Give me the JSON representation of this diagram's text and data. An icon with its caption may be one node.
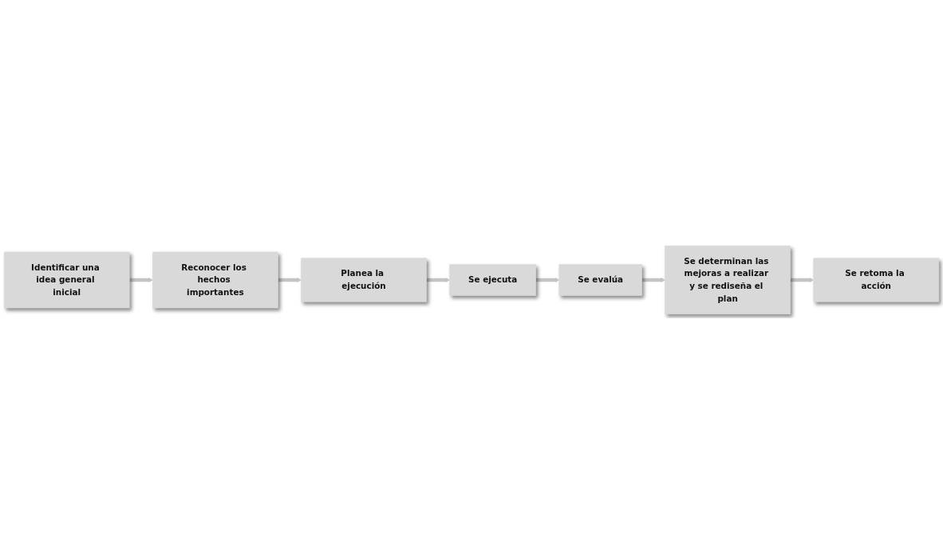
{
  "diagram": {
    "nodes": [
      {
        "text": [
          "Identificar una idea general inicial"
        ]
      },
      {
        "text": [
          "Reconocer los hechos importantes"
        ]
      },
      {
        "text": [
          "Planea la ejecución"
        ]
      },
      {
        "text": [
          "Se ejecuta"
        ]
      },
      {
        "text": [
          "Se evalúa"
        ]
      },
      {
        "text": [
          "Se determinan las mejoras a realizar y se rediseña el plan"
        ]
      },
      {
        "text": [
          "Se retoma la acción"
        ]
      }
    ],
    "edges": [
      {
        "from": 0,
        "to": 1,
        "arrow": "to"
      },
      {
        "from": 1,
        "to": 2,
        "arrow": "to"
      },
      {
        "from": 2,
        "to": 3,
        "arrow": "to"
      },
      {
        "from": 3,
        "to": 4,
        "arrow": "to"
      },
      {
        "from": 4,
        "to": 5,
        "arrow": "to"
      },
      {
        "from": 5,
        "to": 6,
        "arrow": "to"
      }
    ]
  }
}
